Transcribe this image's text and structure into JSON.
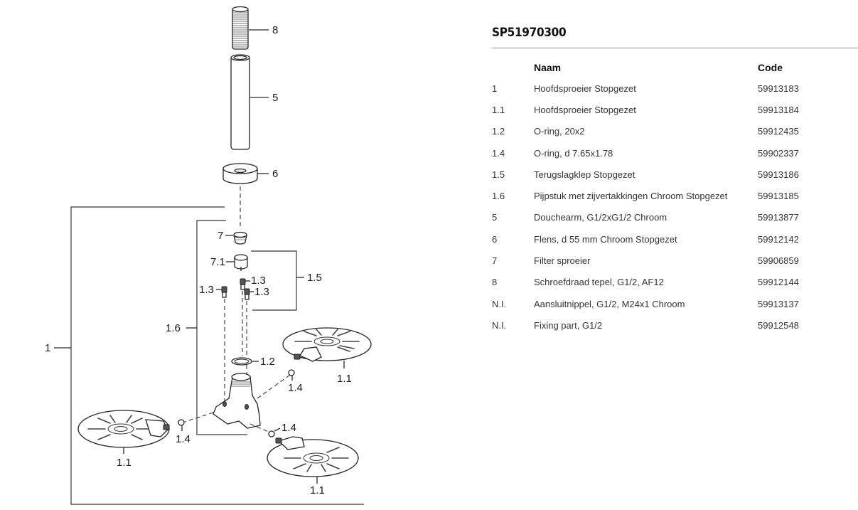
{
  "diagram": {
    "labels": {
      "l8": "8",
      "l5": "5",
      "l6": "6",
      "l7": "7",
      "l71": "7.1",
      "l13a": "1.3",
      "l13b": "1.3",
      "l13c": "1.3",
      "l15": "1.5",
      "l16": "1.6",
      "l1": "1",
      "l12": "1.2",
      "l14a": "1.4",
      "l14b": "1.4",
      "l14c": "1.4",
      "l11a": "1.1",
      "l11b": "1.1",
      "l11c": "1.1"
    }
  },
  "parts": {
    "title": "SP51970300",
    "columns": {
      "pos": "",
      "name": "Naam",
      "code": "Code"
    },
    "rows": [
      {
        "pos": "1",
        "name": "Hoofdsproeier Stopgezet",
        "code": "59913183"
      },
      {
        "pos": "1.1",
        "name": "Hoofdsproeier Stopgezet",
        "code": "59913184"
      },
      {
        "pos": "1.2",
        "name": "O-ring, 20x2",
        "code": "59912435"
      },
      {
        "pos": "1.4",
        "name": "O-ring, d 7.65x1.78",
        "code": "59902337"
      },
      {
        "pos": "1.5",
        "name": "Terugslagklep Stopgezet",
        "code": "59913186"
      },
      {
        "pos": "1.6",
        "name": "Pijpstuk met zijvertakkingen Chroom Stopgezet",
        "code": "59913185"
      },
      {
        "pos": "5",
        "name": "Douchearm, G1/2xG1/2 Chroom",
        "code": "59913877"
      },
      {
        "pos": "6",
        "name": "Flens, d 55 mm Chroom Stopgezet",
        "code": "59912142"
      },
      {
        "pos": "7",
        "name": "Filter sproeier",
        "code": "59906859"
      },
      {
        "pos": "8",
        "name": "Schroefdraad tepel, G1/2, AF12",
        "code": "59912144"
      },
      {
        "pos": "N.I.",
        "name": "Aansluitnippel, G1/2, M24x1 Chroom",
        "code": "59913137"
      },
      {
        "pos": "N.I.",
        "name": "Fixing part, G1/2",
        "code": "59912548"
      }
    ]
  }
}
